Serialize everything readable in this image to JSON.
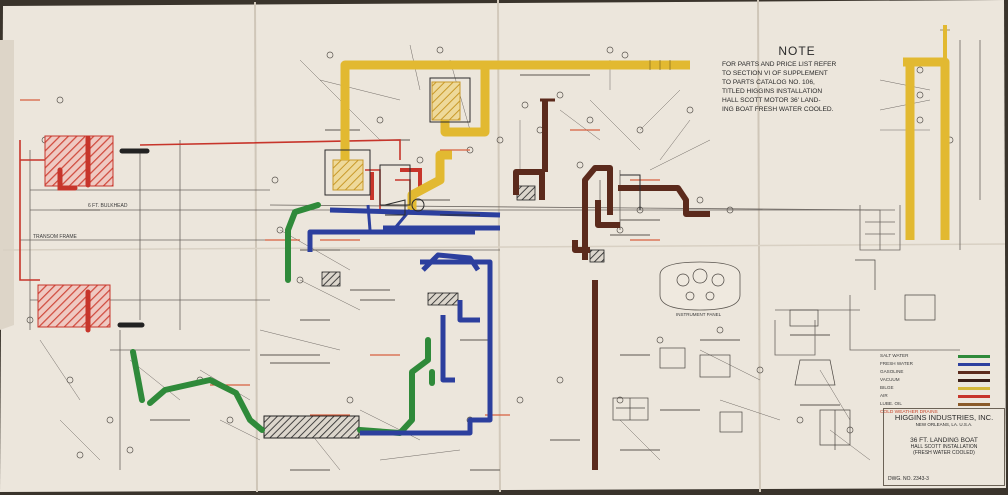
{
  "note": {
    "title": "NOTE",
    "lines": [
      "FOR PARTS AND PRICE LIST REFER",
      "TO SECTION VI OF SUPPLEMENT",
      "TO PARTS CATALOG No. 106,",
      "TITLED HIGGINS INSTALLATION",
      "HALL SCOTT MOTOR 36' LAND-",
      "ING BOAT FRESH WATER COOLED."
    ]
  },
  "labels": {
    "bulkhead": "6 FT. BULKHEAD",
    "transom_frame": "TRANSOM FRAME",
    "instrument_panel": "INSTRUMENT PANEL"
  },
  "legend": {
    "items": [
      {
        "label": "SALT WATER",
        "color": "#2f8a3a"
      },
      {
        "label": "FRESH WATER",
        "color": "#2c3f9e"
      },
      {
        "label": "GASOLINE",
        "color": "#5b2a1c"
      },
      {
        "label": "VACUUM",
        "color": "#3a1e18"
      },
      {
        "label": "BILGE",
        "color": "#d6b83a"
      },
      {
        "label": "AIR",
        "color": "#c7352b"
      },
      {
        "label": "LUBE. OIL",
        "color": "#8a5a2a"
      }
    ],
    "cold_weather": "COLD WEATHER DRAINS"
  },
  "title_block": {
    "company": "HIGGINS INDUSTRIES, INC.",
    "address": "NEW ORLEANS, LA. U.S.A.",
    "title": "36 FT. LANDING BOAT",
    "subtitle": "HALL SCOTT INSTALLATION",
    "subtitle2": "(FRESH WATER COOLED)",
    "dwg": "DWG. NO. 2343-3"
  },
  "colors": {
    "paper": "#ece6dc",
    "ink": "#4a4540",
    "salt_water": "#2f8a3a",
    "fresh_water": "#2c3f9e",
    "gasoline": "#5b2a1c",
    "bilge": "#d6b83a",
    "air": "#c7352b"
  }
}
